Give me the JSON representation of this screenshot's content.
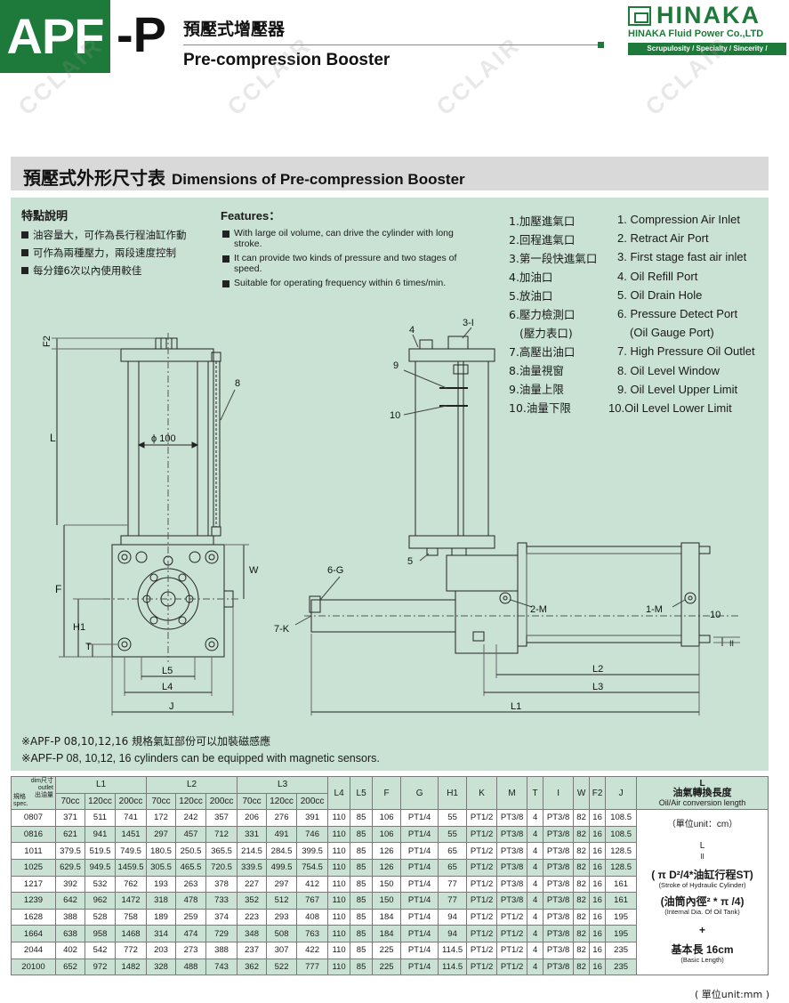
{
  "header": {
    "code": "APF",
    "suffix": "-P",
    "title_cn": "預壓式增壓器",
    "title_en": "Pre-compression Booster"
  },
  "brand": {
    "name": "HINAKA",
    "company": "HINAKA Fluid Power Co.,LTD",
    "motto": "Scrupulosity / Specialty / Sincerity / Satisfactory",
    "color": "#1d7a3a"
  },
  "watermark": "CCLAIR",
  "section": {
    "title_cn": "預壓式外形尺寸表",
    "title_en": "Dimensions of Pre-compression Booster"
  },
  "features": {
    "cn_title": "特點說明",
    "cn_items": [
      "油容量大，可作為長行程油缸作動",
      "可作為兩種壓力，兩段速度控制",
      "每分鐘6次以內使用較佳"
    ],
    "en_title": "Features：",
    "en_items": [
      "With large oil volume, can drive the cylinder with long stroke.",
      "It can provide two kinds of pressure and two stages of speed.",
      "Suitable for operating frequency within 6 times/min."
    ]
  },
  "legend": {
    "cn": [
      "1.加壓進氣口",
      "2.回程進氣口",
      "3.第一段快進氣口",
      "4.加油口",
      "5.放油口",
      "6.壓力檢測口",
      "(壓力表口)",
      "7.高壓出油口",
      "8.油量視窗",
      "9.油量上限",
      "10.油量下限"
    ],
    "en": [
      "1. Compression Air Inlet",
      "2. Retract Air Port",
      "3. First stage fast air inlet",
      "4. Oil Refill Port",
      "5. Oil Drain Hole",
      "6. Pressure Detect Port",
      "(Oil Gauge Port)",
      "7. High Pressure Oil Outlet",
      "8. Oil Level Window",
      "9. Oil Level Upper Limit",
      "10.Oil Level Lower Limit"
    ]
  },
  "drawing_labels": {
    "f2": "F2",
    "l": "L",
    "f": "F",
    "h1": "H1",
    "t": "T",
    "w": "W",
    "phi": "ϕ 100",
    "l5": "L5",
    "l4": "L4",
    "j": "J",
    "n8": "8",
    "n4": "4",
    "n3i": "3-I",
    "n9": "9",
    "n10": "10",
    "n5": "5",
    "n6g": "6-G",
    "n7k": "7-K",
    "n2m": "2-M",
    "n1m": "1-M",
    "n10r": "10",
    "l2": "L2",
    "l3": "L3",
    "l1": "L1",
    "ii": "II"
  },
  "notes": {
    "cn": "※APF-P 08,10,12,16 規格氣缸部份可以加裝磁感應",
    "en": "※APF-P 08, 10,12, 16 cylinders can be equipped with magnetic sensors."
  },
  "table": {
    "corner": {
      "dim": "dim尺寸",
      "outlet": "outlet",
      "outlet_cn": "出油量",
      "spec_cn": "規格",
      "spec": "spec."
    },
    "groups": [
      "L1",
      "L2",
      "L3"
    ],
    "sub": [
      "70cc",
      "120cc",
      "200cc"
    ],
    "cols": [
      "L4",
      "L5",
      "F",
      "G",
      "H1",
      "K",
      "M",
      "T",
      "I",
      "W",
      "F2",
      "J"
    ],
    "last_col": {
      "title": "L",
      "cn": "油氣轉換長度",
      "en": "Oil/Air conversion length"
    },
    "rows": [
      [
        "0807",
        "371",
        "511",
        "741",
        "172",
        "242",
        "357",
        "206",
        "276",
        "391",
        "110",
        "85",
        "106",
        "PT1/4",
        "55",
        "PT1/2",
        "PT3/8",
        "4",
        "PT3/8",
        "82",
        "16",
        "108.5"
      ],
      [
        "0816",
        "621",
        "941",
        "1451",
        "297",
        "457",
        "712",
        "331",
        "491",
        "746",
        "110",
        "85",
        "106",
        "PT1/4",
        "55",
        "PT1/2",
        "PT3/8",
        "4",
        "PT3/8",
        "82",
        "16",
        "108.5"
      ],
      [
        "1011",
        "379.5",
        "519.5",
        "749.5",
        "180.5",
        "250.5",
        "365.5",
        "214.5",
        "284.5",
        "399.5",
        "110",
        "85",
        "126",
        "PT1/4",
        "65",
        "PT1/2",
        "PT3/8",
        "4",
        "PT3/8",
        "82",
        "16",
        "128.5"
      ],
      [
        "1025",
        "629.5",
        "949.5",
        "1459.5",
        "305.5",
        "465.5",
        "720.5",
        "339.5",
        "499.5",
        "754.5",
        "110",
        "85",
        "126",
        "PT1/4",
        "65",
        "PT1/2",
        "PT3/8",
        "4",
        "PT3/8",
        "82",
        "16",
        "128.5"
      ],
      [
        "1217",
        "392",
        "532",
        "762",
        "193",
        "263",
        "378",
        "227",
        "297",
        "412",
        "110",
        "85",
        "150",
        "PT1/4",
        "77",
        "PT1/2",
        "PT3/8",
        "4",
        "PT3/8",
        "82",
        "16",
        "161"
      ],
      [
        "1239",
        "642",
        "962",
        "1472",
        "318",
        "478",
        "733",
        "352",
        "512",
        "767",
        "110",
        "85",
        "150",
        "PT1/4",
        "77",
        "PT1/2",
        "PT3/8",
        "4",
        "PT3/8",
        "82",
        "16",
        "161"
      ],
      [
        "1628",
        "388",
        "528",
        "758",
        "189",
        "259",
        "374",
        "223",
        "293",
        "408",
        "110",
        "85",
        "184",
        "PT1/4",
        "94",
        "PT1/2",
        "PT1/2",
        "4",
        "PT3/8",
        "82",
        "16",
        "195"
      ],
      [
        "1664",
        "638",
        "958",
        "1468",
        "314",
        "474",
        "729",
        "348",
        "508",
        "763",
        "110",
        "85",
        "184",
        "PT1/4",
        "94",
        "PT1/2",
        "PT1/2",
        "4",
        "PT3/8",
        "82",
        "16",
        "195"
      ],
      [
        "2044",
        "402",
        "542",
        "772",
        "203",
        "273",
        "388",
        "237",
        "307",
        "422",
        "110",
        "85",
        "225",
        "PT1/4",
        "114.5",
        "PT1/2",
        "PT1/2",
        "4",
        "PT3/8",
        "82",
        "16",
        "235"
      ],
      [
        "20100",
        "652",
        "972",
        "1482",
        "328",
        "488",
        "743",
        "362",
        "522",
        "777",
        "110",
        "85",
        "225",
        "PT1/4",
        "114.5",
        "PT1/2",
        "PT1/2",
        "4",
        "PT3/8",
        "82",
        "16",
        "235"
      ]
    ],
    "side": {
      "unit_cm": "（單位unit：cm）",
      "l": "L",
      "eq": "II",
      "formula1": "( π D²/4*油缸行程ST)",
      "formula1_en": "(Stroke of Hydraulic Cylinder)",
      "formula2": "(油筒內徑² * π /4)",
      "formula2_en": "(Internal Dia. Of Oil Tank)",
      "plus": "+",
      "basic": "基本長 16cm",
      "basic_en": "(Basic Length)"
    },
    "unit_mm": "( 單位unit:mm )"
  }
}
